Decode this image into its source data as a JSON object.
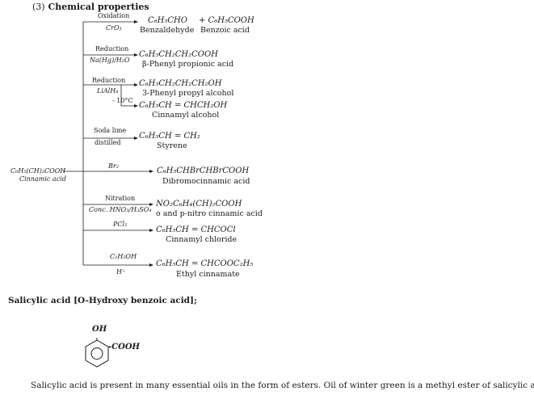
{
  "section_heading": {
    "number": "(3)",
    "title": "Chemical properties"
  },
  "reactant": {
    "formula": "C₆H₅(CH)₂COOH",
    "name": "Cinnamic acid"
  },
  "reactions": [
    {
      "reagent_top": "Oxidation",
      "reagent_bottom": "CrO₃",
      "product_1": "C₆H₅CHO",
      "product_2": "+ C₆H₅COOH",
      "name_1": "Benzaldehyde",
      "name_2": "Benzoic acid"
    },
    {
      "reagent_top": "Reduction",
      "reagent_bottom": "Na(Hg)/H₂O",
      "product": "C₆H₅CH₂CH₂COOH",
      "name": "β-Phenyl propionic acid"
    },
    {
      "reagent_top": "Reduction",
      "reagent_bottom": "LiAlH₄",
      "product": "C₆H₅CH₂CH₂CH₂OH",
      "name": "3-Phenyl propyl alcohol",
      "branch_condition": "- 10°C",
      "branch_product": "C₆H₅CH = CHCH₂OH",
      "branch_name": "Cinnamyl alcohol"
    },
    {
      "reagent_top": "Soda lime",
      "reagent_bottom": "distilled",
      "product": "C₆H₅CH = CH₂",
      "name": "Styrene"
    },
    {
      "reagent_top": "Br₂",
      "product": "C₆H₅CHBrCHBrCOOH",
      "name": "Dibromocinnamic acid"
    },
    {
      "reagent_top": "Nitration",
      "reagent_bottom": "Conc. HNO₃/H₂SO₄",
      "product": "NO₂C₆H₄(CH)₂COOH",
      "name": "o and p-nitro cinnamic acid"
    },
    {
      "reagent_top": "PCl₅",
      "product": "C₆H₅CH = CHCOCl",
      "name": "Cinnamyl chloride"
    },
    {
      "reagent_top": "C₂H₅OH",
      "reagent_bottom": "H⁺",
      "product": "C₆H₅CH = CHCOOC₂H₅",
      "name": "Ethyl cinnamate"
    }
  ],
  "salicylic": {
    "heading": "Salicylic acid [O-Hydroxy benzoic acid];",
    "oh_label": "OH",
    "cooh_label": "-COOH",
    "description": "Salicylic acid is present in many essential oils in the form of esters. Oil of winter green is a methyl ester of salicylic acid."
  }
}
